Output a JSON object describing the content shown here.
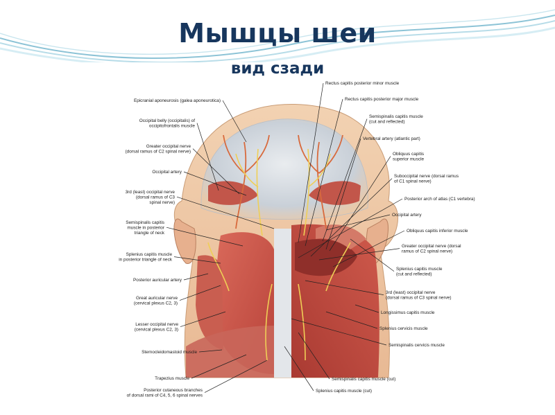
{
  "slide": {
    "title": "Мышцы шеи",
    "subtitle": "вид сзади"
  },
  "figure": {
    "left_labels": [
      [
        "Epicranial aponeurosis (galea aponeurotica)"
      ],
      [
        "Occipital belly (occipitalis) of",
        "occipitofrontalis muscle"
      ],
      [
        "Greater occipital nerve",
        "(dorsal ramus of C2 spinal nerve)"
      ],
      [
        "Occipital artery"
      ],
      [
        "3rd (least) occipital nerve",
        "(dorsal ramus of C3",
        "spinal nerve)"
      ],
      [
        "Semispinalis capitis",
        "muscle in posterior",
        "triangle of neck"
      ],
      [
        "Splenius capitis muscle",
        "in posterior triangle of neck"
      ],
      [
        "Posterior auricular artery"
      ],
      [
        "Great auricular nerve",
        "(cervical plexus C2, 3)"
      ],
      [
        "Lesser occipital nerve",
        "(cervical plexus C2, 3)"
      ],
      [
        "Sternocleidomastoid muscle"
      ],
      [
        "Trapezius muscle"
      ],
      [
        "Posterior cutaneous branches",
        "of dorsal rami of C4, 5, 6 spinal nerves"
      ]
    ],
    "right_labels": [
      [
        "Rectus capitis posterior minor muscle"
      ],
      [
        "Rectus capitis posterior major muscle"
      ],
      [
        "Semispinalis capitis muscle",
        "(cut and reflected)"
      ],
      [
        "Vertebral artery (atlantic part)"
      ],
      [
        "Obliquus capitis",
        "superior muscle"
      ],
      [
        "Suboccipital nerve (dorsal ramus",
        "of C1 spinal nerve)"
      ],
      [
        "Posterior arch of atlas (C1 vertebra)"
      ],
      [
        "Occipital artery"
      ],
      [
        "Obliquus capitis inferior muscle"
      ],
      [
        "Greater occipital nerve (dorsal",
        "ramus of C2 spinal nerve)"
      ],
      [
        "Splenius capitis muscle",
        "(cut and reflected)"
      ],
      [
        "3rd (least) occipital nerve",
        "(dorsal ramus of C3 spinal nerve)"
      ],
      [
        "Longissimus capitis muscle"
      ],
      [
        "Splenius cervicis muscle"
      ],
      [
        "Semispinalis cervicis muscle"
      ],
      [
        "Semispinalis capitis muscle (cut)"
      ],
      [
        "Splenius capitis muscle (cut)"
      ]
    ]
  }
}
